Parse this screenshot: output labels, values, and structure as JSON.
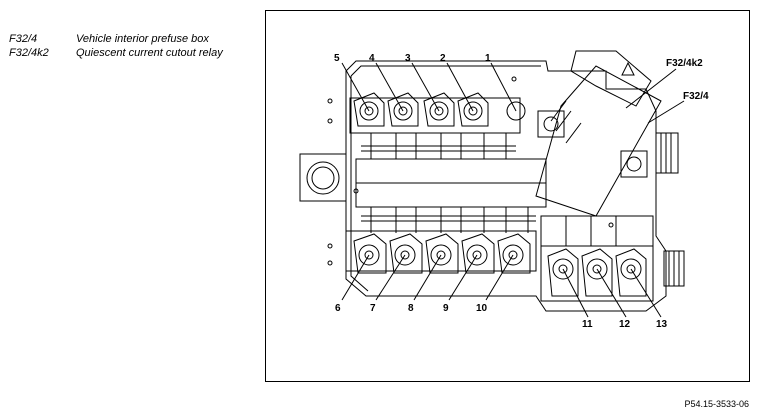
{
  "legend": [
    {
      "code": "F32/4",
      "description": "Vehicle interior prefuse box"
    },
    {
      "code": "F32/4k2",
      "description": "Quiescent current cutout relay"
    }
  ],
  "callouts": {
    "n1": "1",
    "n2": "2",
    "n3": "3",
    "n4": "4",
    "n5": "5",
    "n6": "6",
    "n7": "7",
    "n8": "8",
    "n9": "9",
    "n10": "10",
    "n11": "11",
    "n12": "12",
    "n13": "13",
    "relay": "F32/4k2",
    "box": "F32/4"
  },
  "figure_ref": "P54.15-3533-06"
}
